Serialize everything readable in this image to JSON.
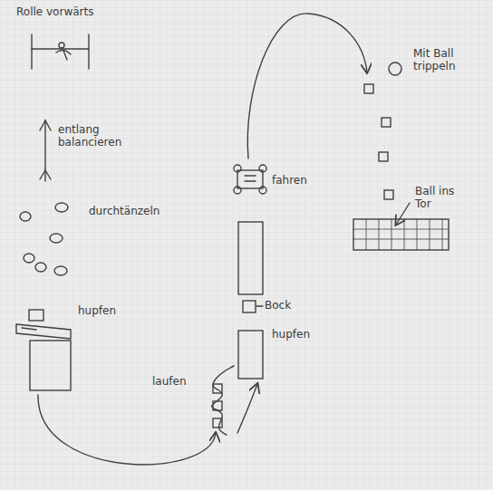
{
  "diagram": {
    "labels": [
      "Rolle vorwärts",
      "entlang balancieren",
      "durchtänzeln",
      "hupfen",
      "laufen",
      "hupfen",
      "Bock",
      "fahren",
      "Mit Ball trippeln",
      "Ball ins Tor"
    ]
  }
}
